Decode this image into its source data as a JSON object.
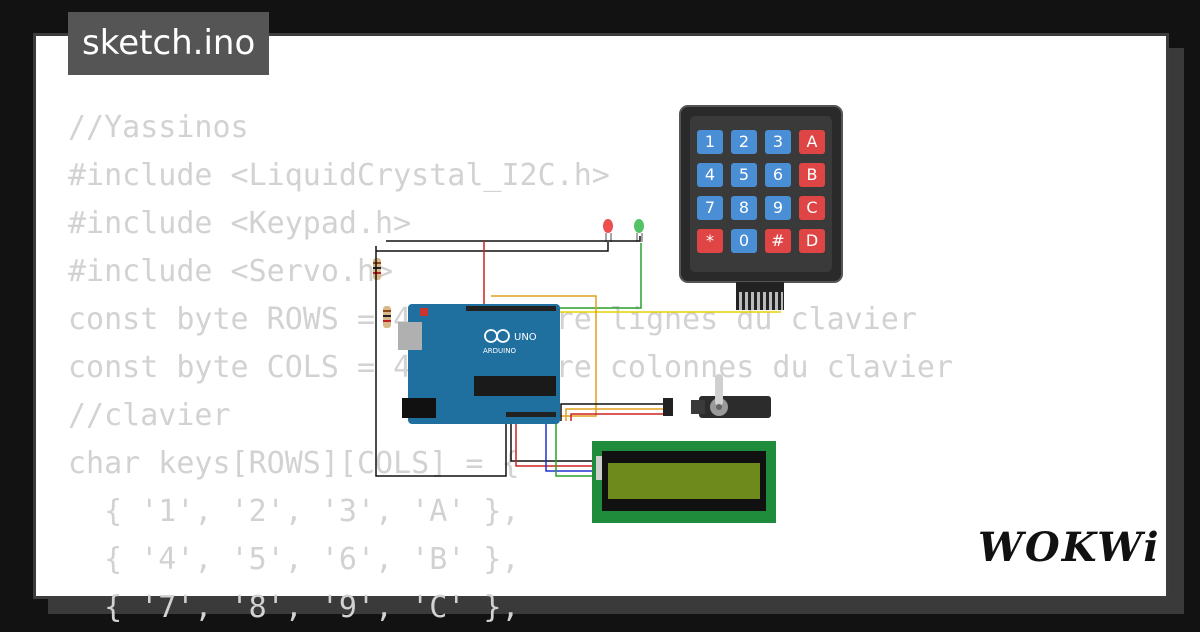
{
  "tab": {
    "filename": "sketch.ino"
  },
  "code": {
    "lines": [
      "//Yassinos",
      "#include <LiquidCrystal_I2C.h>",
      "#include <Keypad.h>",
      "#include <Servo.h>",
      "const byte ROWS = 4; //quatre lignes du clavier",
      "const byte COLS = 4; //quatre colonnes du clavier",
      "//clavier",
      "char keys[ROWS][COLS] = {",
      "  { '1', '2', '3', 'A' },",
      "  { '4', '5', '6', 'B' },",
      "  { '7', '8', '9', 'C' },"
    ]
  },
  "keypad": {
    "keys": [
      "1",
      "2",
      "3",
      "A",
      "4",
      "5",
      "6",
      "B",
      "7",
      "8",
      "9",
      "C",
      "*",
      "0",
      "#",
      "D"
    ]
  },
  "arduino": {
    "brand": "ARDUINO",
    "model": "UNO"
  },
  "logo": {
    "text": "WOKWi"
  },
  "colors": {
    "board": "#1f6f9f",
    "key_blue": "#4a8fd6",
    "key_red": "#e04545",
    "lcd_pcb": "#1e8c3a",
    "lcd_screen": "#6f8a1c",
    "led_red": "#e83030",
    "led_green": "#35b84a"
  }
}
